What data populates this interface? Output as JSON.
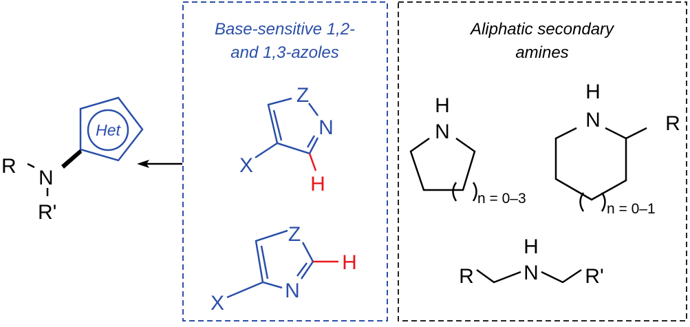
{
  "product": {
    "r": "R",
    "n": "N",
    "r_prime": "R'",
    "het": "Het"
  },
  "azoles_box": {
    "title_line1": "Base-sensitive 1,2-",
    "title_line2": "and 1,3-azoles",
    "azole12": {
      "x": "X",
      "z": "Z",
      "n": "N",
      "h": "H"
    },
    "azole13": {
      "x": "X",
      "z": "Z",
      "n": "N",
      "h": "H"
    }
  },
  "amines_box": {
    "title_line1": "Aliphatic secondary",
    "title_line2": "amines",
    "cyclic": {
      "h": "H",
      "n": "N",
      "n_range": "n = 0–3"
    },
    "piperidine": {
      "h": "H",
      "n": "N",
      "r": "R",
      "n_range": "n = 0–1"
    },
    "acyclic": {
      "r": "R",
      "h": "H",
      "n": "N",
      "r_prime": "R'"
    }
  },
  "colors": {
    "blue": "#2a4fa8",
    "red": "#e8161b",
    "black": "#000000"
  }
}
